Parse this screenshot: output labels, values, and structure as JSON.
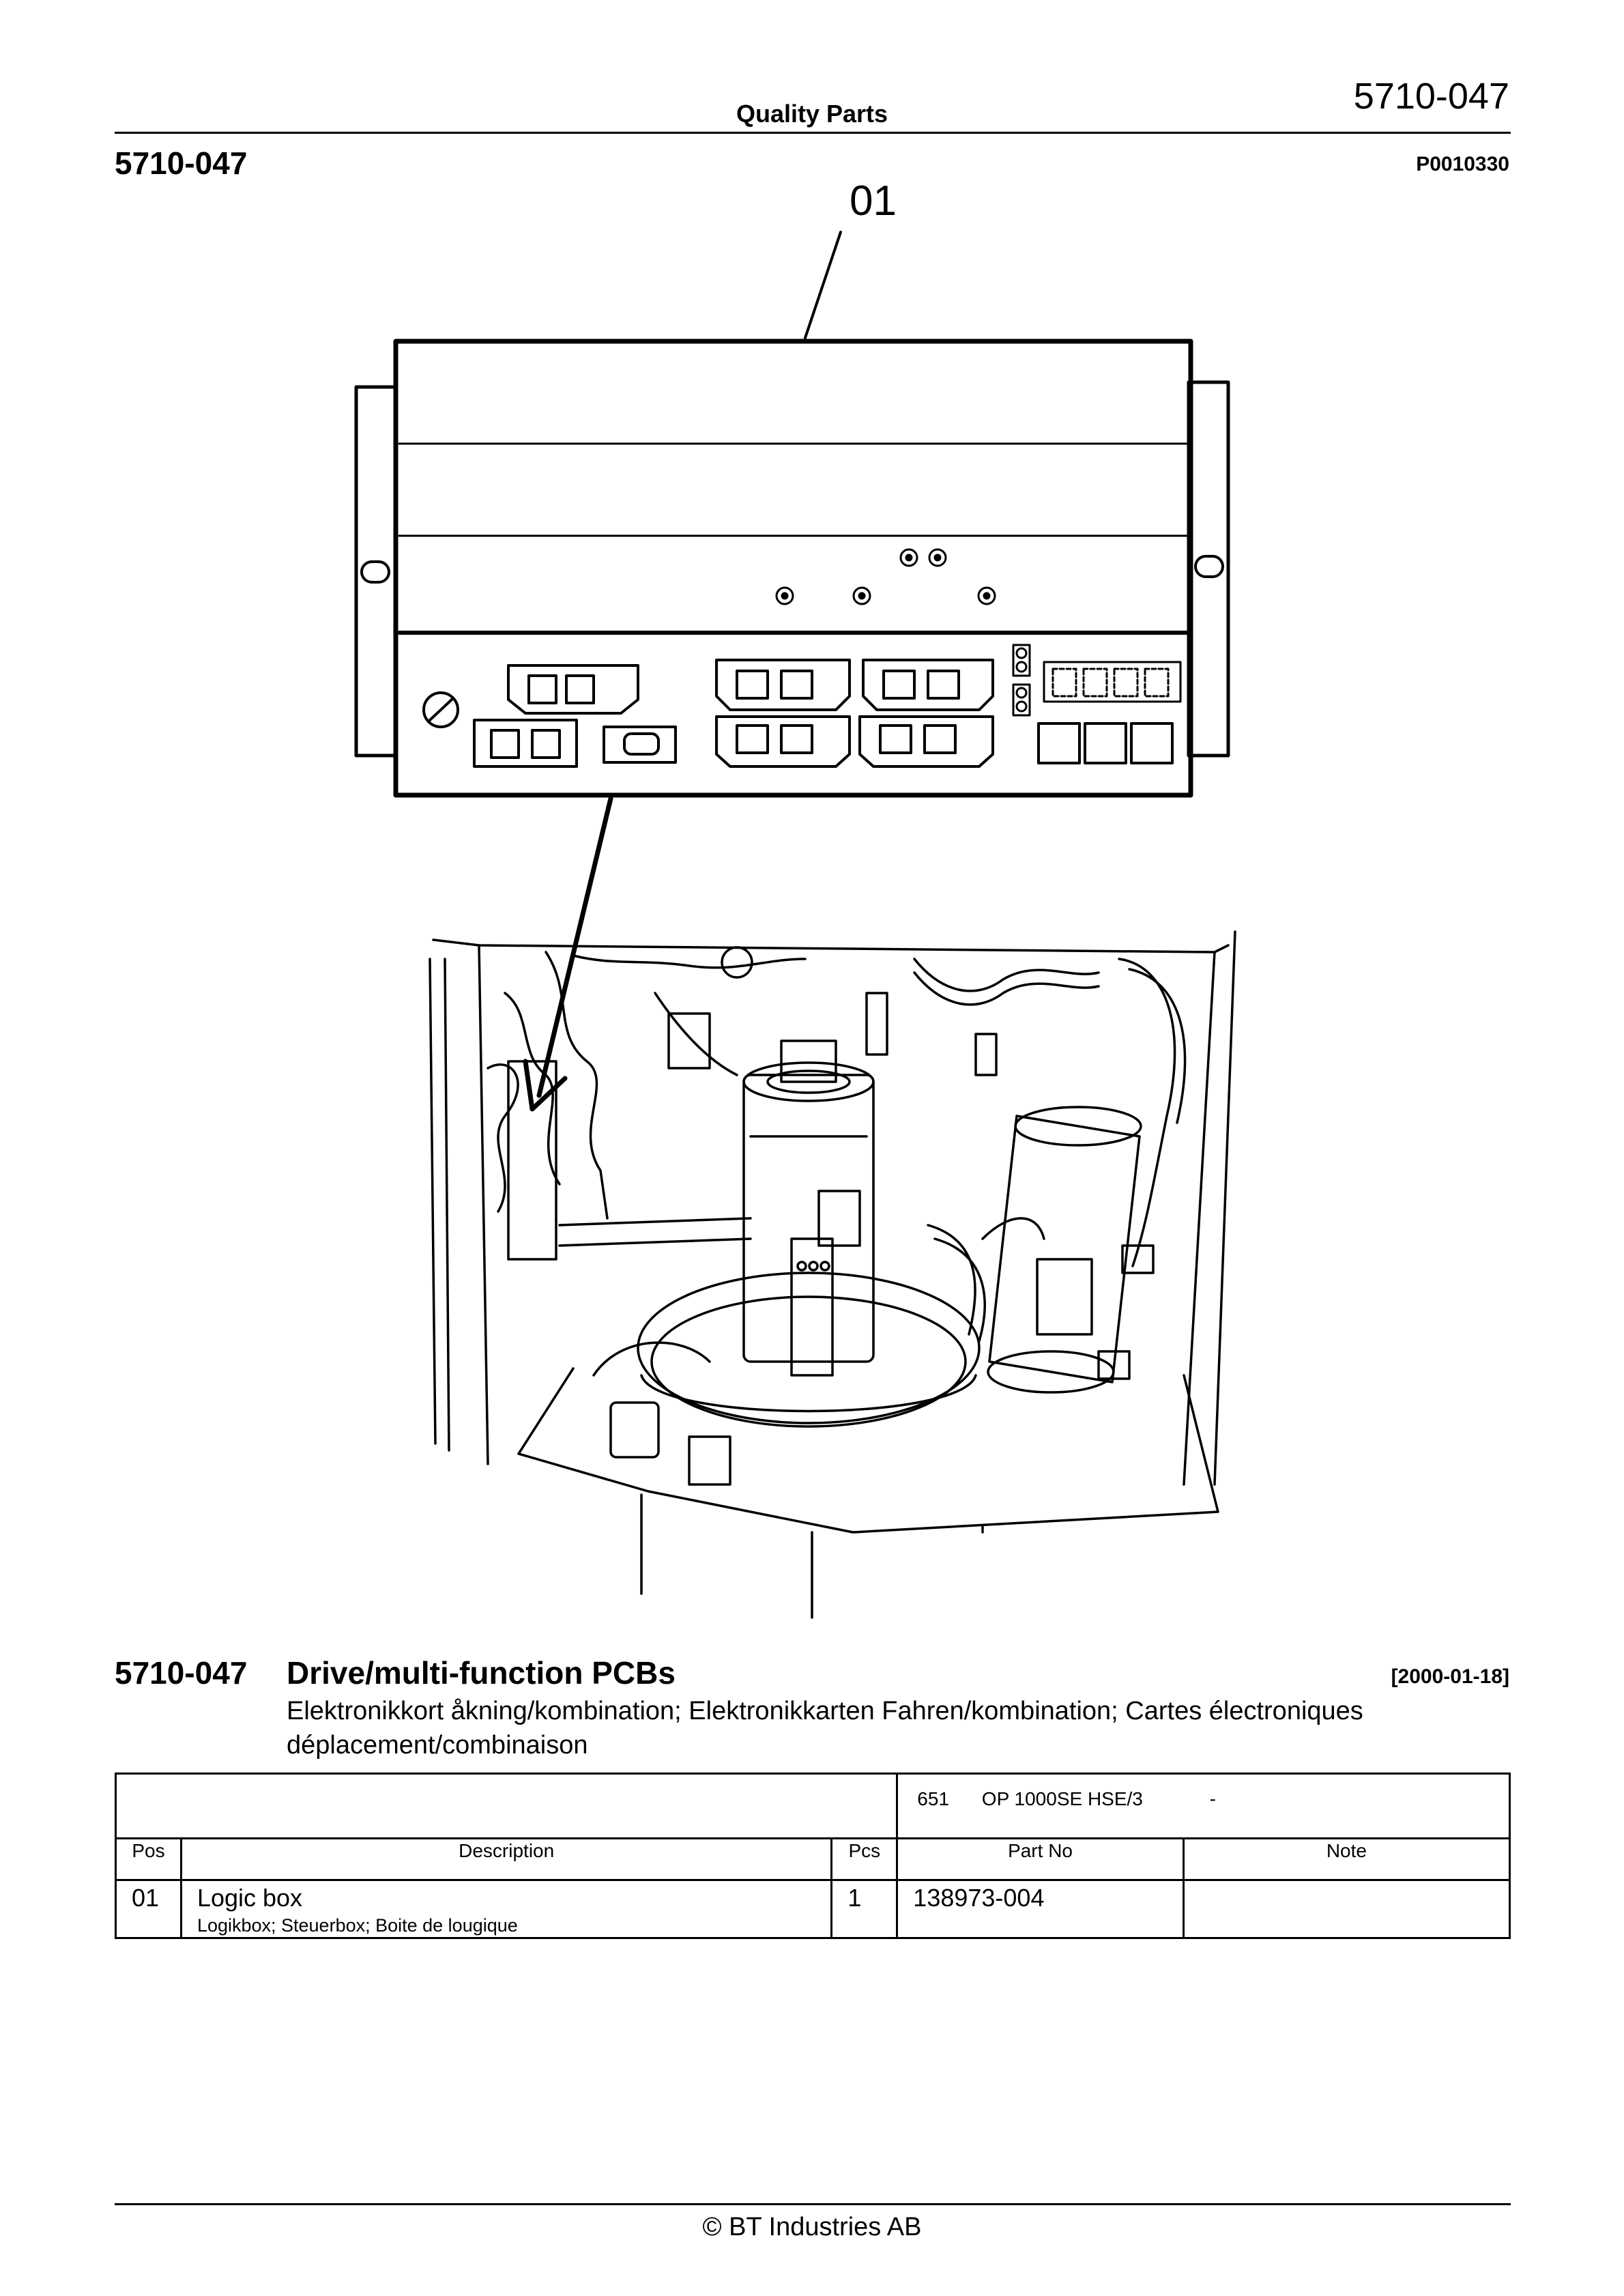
{
  "header": {
    "center_title": "Quality Parts",
    "doc_number_right": "5710-047",
    "doc_number_left": "5710-047",
    "figure_id": "P0010330"
  },
  "figure": {
    "callout_label": "01"
  },
  "section": {
    "code": "5710-047",
    "title": "Drive/multi-function PCBs",
    "date": "[2000-01-18]",
    "subtitle": "Elektronikkort åkning/kombination; Elektronikkarten Fahren/kombination; Cartes électroniques déplacement/combinaison"
  },
  "table": {
    "model": {
      "number": "651",
      "name": "OP 1000SE HSE/3",
      "range": "-"
    },
    "columns": [
      "Pos",
      "Description",
      "Pcs",
      "Part No",
      "Note"
    ],
    "rows": [
      {
        "pos": "01",
        "description": "Logic box",
        "description_translations": "Logikbox; Steuerbox; Boite de lougique",
        "pcs": "1",
        "part_no": "138973-004",
        "note": ""
      }
    ]
  },
  "footer": {
    "copyright": "© BT Industries AB"
  }
}
